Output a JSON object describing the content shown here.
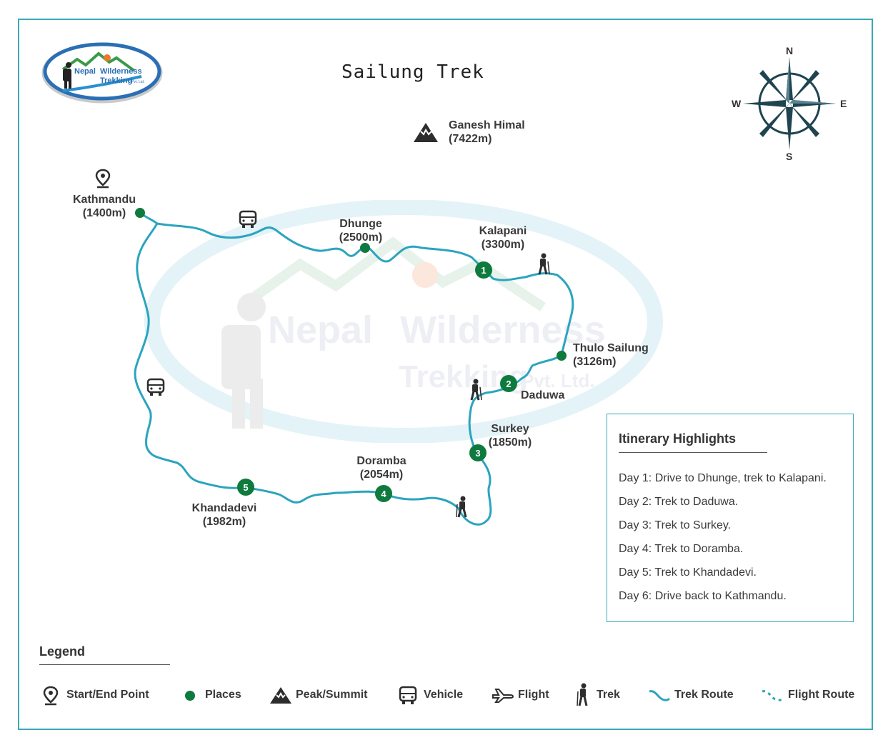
{
  "title": "Sailung Trek",
  "logo": {
    "line1": "Nepal",
    "line2": "Wilderness",
    "line3": "Trekking",
    "line4": "Pvt. Ltd."
  },
  "watermark": {
    "line1": "Nepal",
    "line2": "Wilderness",
    "line3": "Trekking",
    "line4": "Pvt. Ltd."
  },
  "compass": {
    "n": "N",
    "s": "S",
    "e": "E",
    "w": "W"
  },
  "peak": {
    "name": "Ganesh Himal",
    "elevation": "(7422m)"
  },
  "places": [
    {
      "name": "Kathmandu",
      "elevation": "(1400m)"
    },
    {
      "name": "Dhunge",
      "elevation": "(2500m)"
    },
    {
      "name": "Kalapani",
      "elevation": "(3300m)",
      "day": "1"
    },
    {
      "name": "Thulo Sailung",
      "elevation": "(3126m)"
    },
    {
      "name": "Daduwa",
      "elevation": "",
      "day": "2"
    },
    {
      "name": "Surkey",
      "elevation": "(1850m)",
      "day": "3"
    },
    {
      "name": "Doramba",
      "elevation": "(2054m)",
      "day": "4"
    },
    {
      "name": "Khandadevi",
      "elevation": "(1982m)",
      "day": "5"
    }
  ],
  "itinerary": {
    "title": "Itinerary Highlights",
    "items": [
      "Day 1: Drive to Dhunge, trek to Kalapani.",
      "Day 2: Trek to Daduwa.",
      "Day 3: Trek to Surkey.",
      "Day 4: Trek to Doramba.",
      "Day 5: Trek to Khandadevi.",
      "Day 6: Drive back to Kathmandu."
    ]
  },
  "legend": {
    "title": "Legend",
    "items": [
      {
        "label": "Start/End Point",
        "icon": "pin-icon"
      },
      {
        "label": "Places",
        "icon": "place-dot-icon"
      },
      {
        "label": "Peak/Summit",
        "icon": "peak-icon"
      },
      {
        "label": "Vehicle",
        "icon": "bus-icon"
      },
      {
        "label": "Flight",
        "icon": "plane-icon"
      },
      {
        "label": "Trek",
        "icon": "hiker-icon"
      },
      {
        "label": "Trek Route",
        "icon": "trek-route-icon"
      },
      {
        "label": "Flight Route",
        "icon": "flight-route-icon"
      }
    ]
  },
  "colors": {
    "route": "#2ba4bf",
    "place": "#0f7a3d",
    "frame": "#3aa9b8",
    "dark": "#2d2d2d"
  }
}
